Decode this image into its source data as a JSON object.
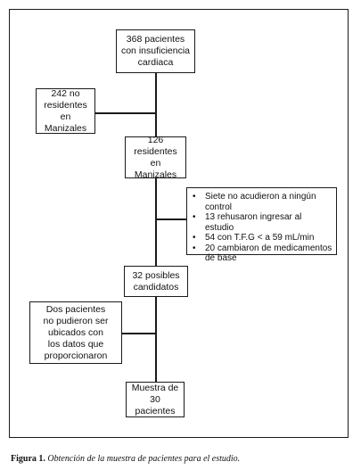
{
  "nodes": {
    "start": [
      "368 pacientes",
      "con insuficiencia",
      "cardiaca"
    ],
    "non_residents": [
      "242 no",
      "residentes en",
      "Manizales"
    ],
    "residents": [
      "126",
      "residentes en",
      "Manizales"
    ],
    "exclusions": [
      "Siete no acudieron a ningún control",
      "13 rehusaron ingresar al estudio",
      "54 con T.F.G < a 59 mL/min",
      "20 cambiaron de medicamentos de base"
    ],
    "candidates": [
      "32 posibles",
      "candidatos"
    ],
    "not_located": [
      "Dos pacientes",
      "no pudieron ser",
      "ubicados con",
      "los datos que",
      "proporcionaron"
    ],
    "sample": [
      "Muestra de",
      "30 pacientes"
    ]
  },
  "caption": {
    "label": "Figura 1.",
    "text": "Obtención de la muestra de pacientes para el estudio."
  }
}
